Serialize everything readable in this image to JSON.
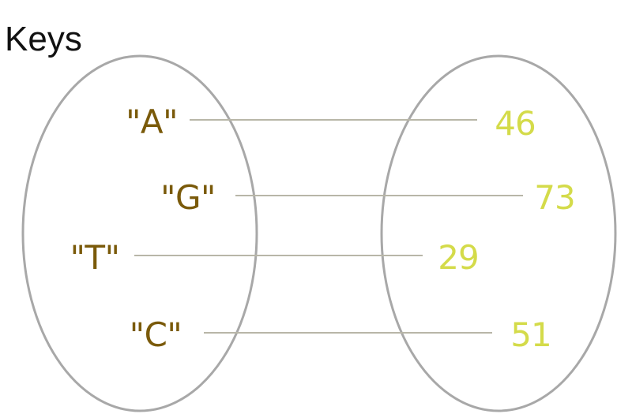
{
  "title": "Keys",
  "colors": {
    "ellipse": "#a8a8a8",
    "line": "#b8b6a8",
    "key": "#7a5a0a",
    "value": "#d4db4a",
    "title": "#111111"
  },
  "mappings": [
    {
      "key": "\"A\"",
      "value": "46"
    },
    {
      "key": "\"G\"",
      "value": "73"
    },
    {
      "key": "\"T\"",
      "value": "29"
    },
    {
      "key": "\"C\"",
      "value": "51"
    }
  ]
}
